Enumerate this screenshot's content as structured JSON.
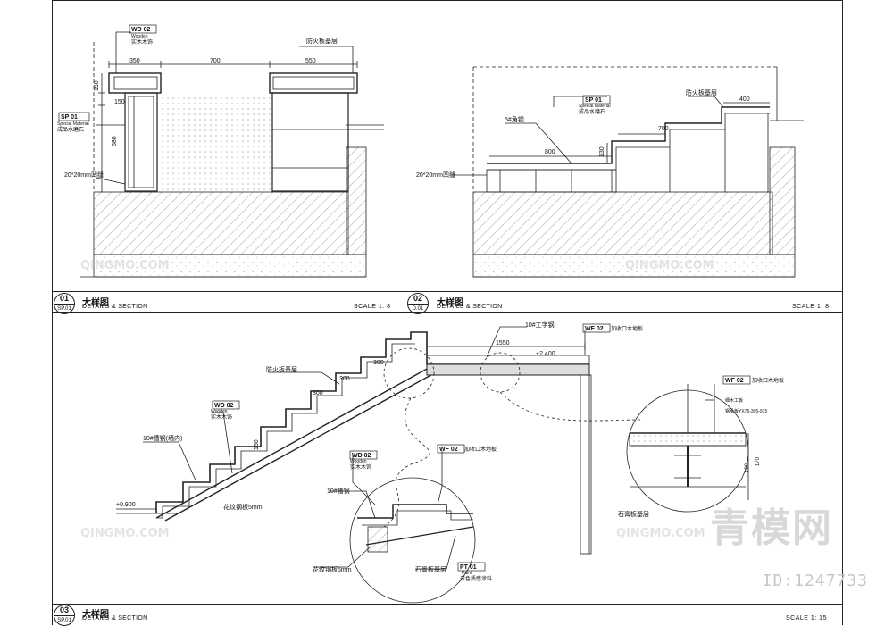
{
  "panels": [
    {
      "number": "01",
      "sheet_ref": "SP.01",
      "title_cn": "大样图",
      "title_en": "DETAILS & SECTION",
      "scale": "SCALE  1: 8"
    },
    {
      "number": "02",
      "sheet_ref": "D.01",
      "title_cn": "大样图",
      "title_en": "DETAILS & SECTION",
      "scale": "SCALE  1: 8"
    },
    {
      "number": "03",
      "sheet_ref": "SP.01",
      "title_cn": "大样图",
      "title_en": "DETAILS & SECTION",
      "scale": "SCALE  1: 15"
    }
  ],
  "panel1": {
    "tag_wd": "WD 02",
    "tag_wd_sub": "Wooden",
    "tag_wd_cn": "实木木饰",
    "fireboard": "防火板基层",
    "dim_350": "350",
    "dim_700": "700",
    "dim_550": "550",
    "dim_150a": "150",
    "dim_150b": "150",
    "dim_580": "580",
    "tag_sp": "SP 01",
    "tag_sp_sub": "Special Material",
    "tag_sp_cn": "成品水磨石",
    "gap": "20*20mm凹缝"
  },
  "panel2": {
    "tag_sp": "SP 01",
    "tag_sp_sub": "Special Material",
    "tag_sp_cn": "成品水磨石",
    "fireboard": "防火板基层",
    "angle": "5#角钢",
    "dim_400": "400",
    "dim_700": "700",
    "dim_800": "800",
    "dim_130": "130",
    "gap": "20*20mm凹缝"
  },
  "panel3": {
    "ibeam": "10#工字钢",
    "tag_wf": "WF 02",
    "tag_wf_cn": "加收口木地板",
    "dim_1550": "1550",
    "elev_top": "+2.400",
    "dim_300a": "300",
    "dim_300b": "300",
    "dim_300c": "300",
    "dim_150": "150",
    "fireboard": "防火板基层",
    "tag_wd": "WD 02",
    "tag_wd_sub": "Wooden",
    "tag_wd_cn": "实木木饰",
    "channel": "10#槽钢(墙内)",
    "checker": "花纹钢板5mm",
    "elev_low": "+0.900",
    "detail_wd": "WD 02",
    "detail_wd_sub": "Wooden",
    "detail_wd_cn": "实木木饰",
    "detail_wf": "WF 02",
    "detail_wf_cn": "加收口木地板",
    "detail_channel": "10#槽钢",
    "detail_checker": "花纹钢板5mm",
    "detail_gypsum": "石膏板基层",
    "tag_pt": "PT 01",
    "tag_pt_sub": "Paint",
    "tag_pt_cn": "白色质感涂料",
    "right_wf": "WF 02",
    "right_wf_cn": "加收口木地板",
    "right_gypsum": "石膏板基层",
    "right_note1": "细木工板",
    "right_note2": "钢承板YX76-305-915",
    "right_dim_170": "170",
    "right_dim_100": "100"
  },
  "watermarks": {
    "brand_cn": "青模网",
    "site": "QINGMO.COM",
    "id": "ID:1247733"
  }
}
